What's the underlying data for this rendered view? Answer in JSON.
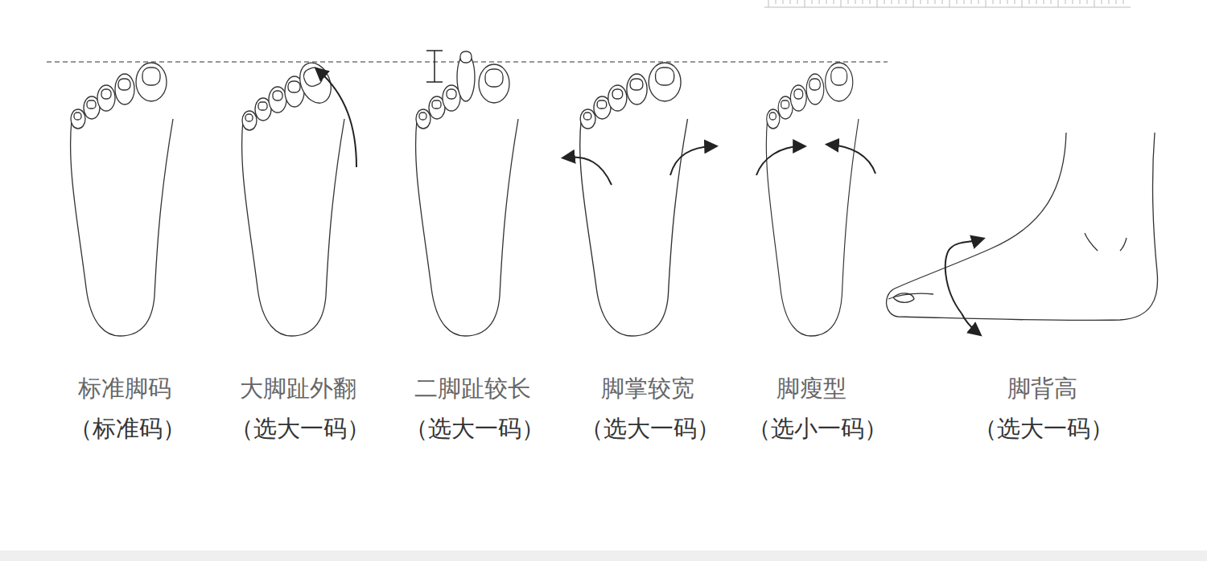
{
  "diagram": {
    "labels": [
      "标准脚码",
      "（标准码）",
      "大脚趾外翻",
      "（选大一码）",
      "二脚趾较长",
      "（选大一码）",
      "脚掌较宽",
      "（选大一码）",
      "脚瘦型",
      "（选小一码）",
      "脚背高",
      "（选大一码）"
    ]
  }
}
